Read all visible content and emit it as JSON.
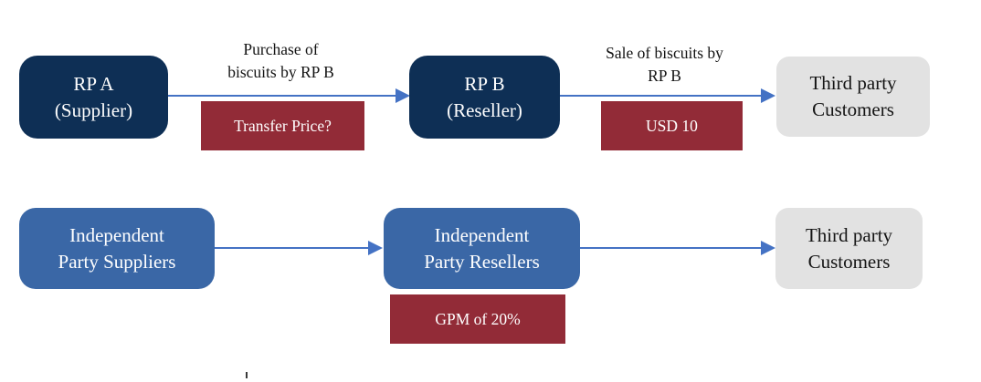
{
  "colors": {
    "navy": "#0E2F55",
    "blue": "#3A67A6",
    "maroon": "#922B37",
    "gray": "#E2E2E2",
    "arrow": "#4472C4",
    "text_dark": "#141414",
    "text_light": "#FFFFFF"
  },
  "top_row": {
    "supplier_box": {
      "line1": "RP A",
      "line2": "(Supplier)"
    },
    "purchase_label": {
      "line1": "Purchase of",
      "line2": "biscuits by RP B"
    },
    "transfer_price_tag": "Transfer Price?",
    "reseller_box": {
      "line1": "RP B",
      "line2": "(Reseller)"
    },
    "sale_label": {
      "line1": "Sale of biscuits by",
      "line2": "RP B"
    },
    "usd_tag": "USD 10",
    "customers_box": {
      "line1": "Third party",
      "line2": "Customers"
    }
  },
  "bottom_row": {
    "suppliers_box": {
      "line1": "Independent",
      "line2": "Party Suppliers"
    },
    "resellers_box": {
      "line1": "Independent",
      "line2": "Party Resellers"
    },
    "gpm_tag": "GPM of 20%",
    "customers_box": {
      "line1": "Third party",
      "line2": "Customers"
    }
  }
}
